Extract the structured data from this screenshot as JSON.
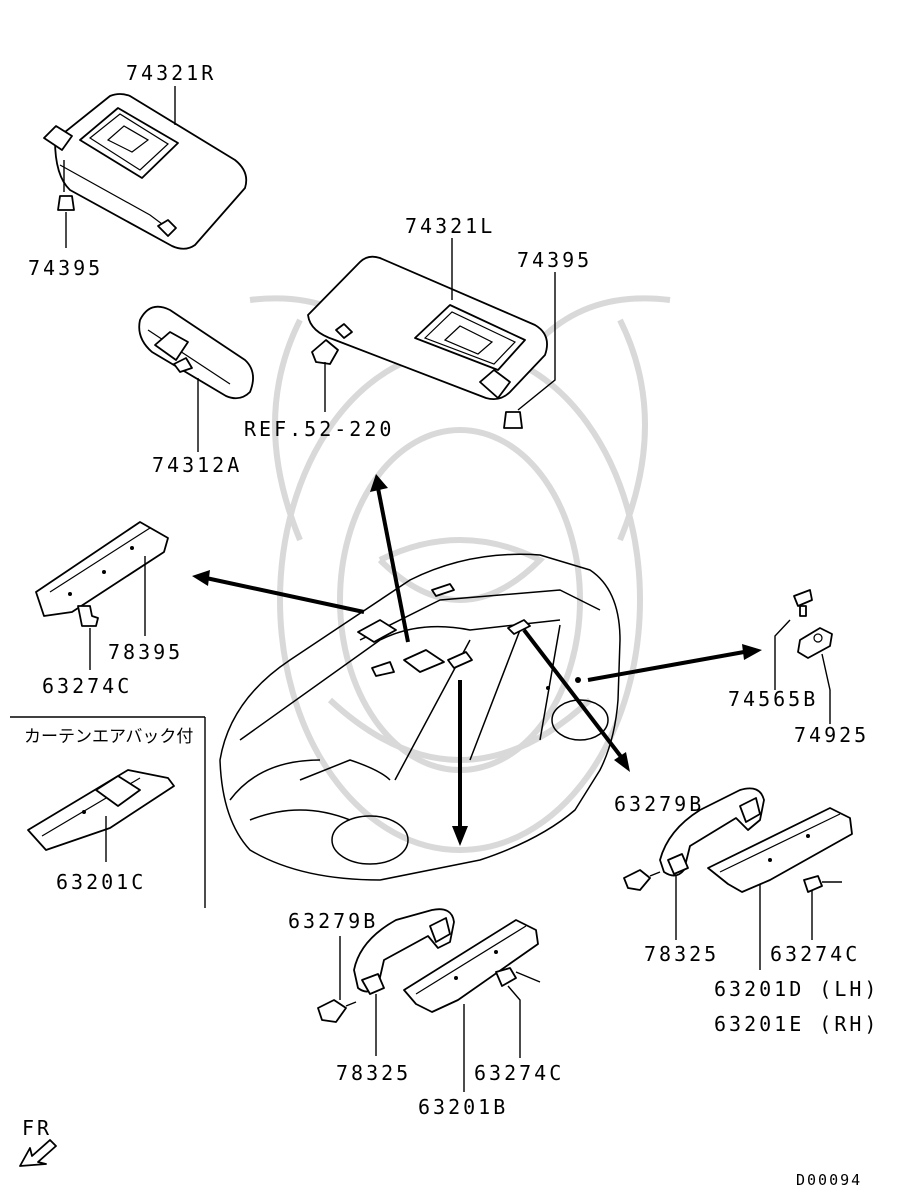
{
  "labels": {
    "sunvisor_rh": "74321R",
    "sunvisor_lh": "74321L",
    "screw_rh": "74395",
    "screw_lh": "74395",
    "mirror": "74312A",
    "ref": "REF.52-220",
    "bracket": "78395",
    "bracket_bolt": "63274C",
    "curtain_note": "カーテンエアバック付",
    "curtain_bracket": "63201C",
    "hook_screw": "74565B",
    "hook": "74925",
    "grip_r_screw": "63279B",
    "grip_r": "78325",
    "grip_r_bolt": "63274C",
    "grip_r_bracket_lh": "63201D (LH)",
    "grip_r_bracket_rh": "63201E (RH)",
    "grip_c_screw": "63279B",
    "grip_c": "78325",
    "grip_c_bolt": "63274C",
    "grip_c_bracket": "63201B",
    "front": "FR",
    "code": "D00094"
  }
}
